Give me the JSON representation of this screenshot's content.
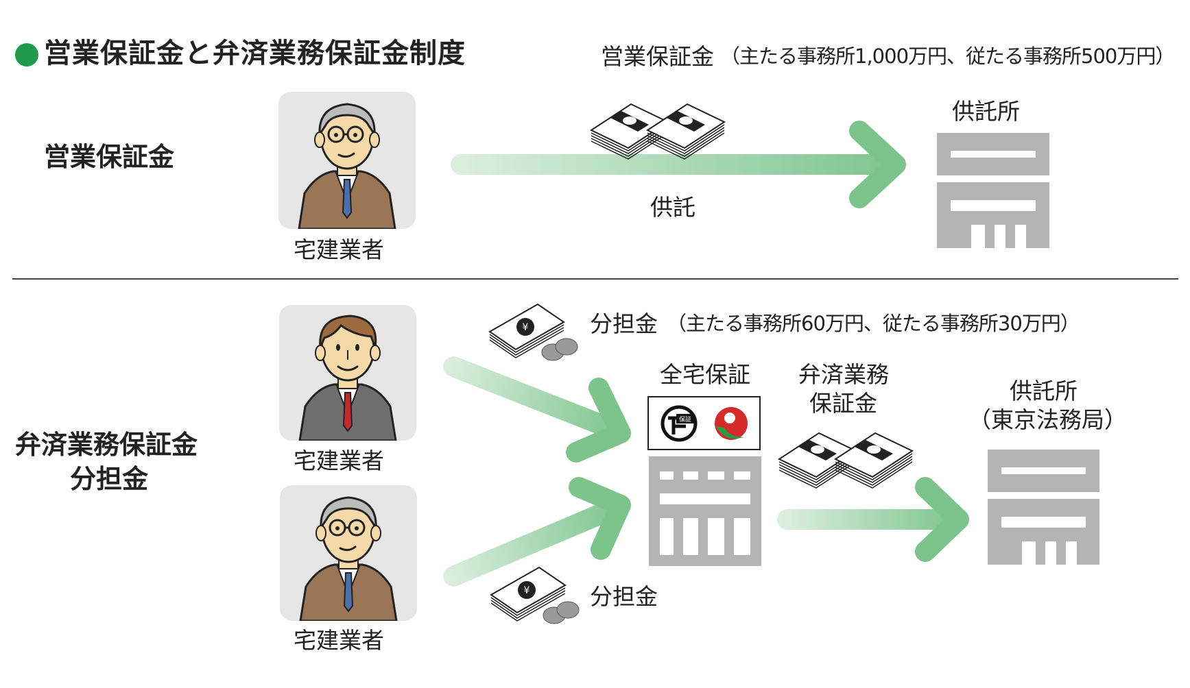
{
  "title": "営業保証金と弁済業務保証金制度",
  "top": {
    "row_label": "営業保証金",
    "person_label": "宅建業者",
    "money_label": "営業保証金",
    "money_note": "（主たる事務所1,000万円、従たる事務所500万円）",
    "arrow_label": "供託",
    "destination": "供託所"
  },
  "bottom": {
    "row_label_line1": "弁済業務保証金",
    "row_label_line2": "分担金",
    "person1_label": "宅建業者",
    "person2_label": "宅建業者",
    "share_label": "分担金",
    "share_note": "（主たる事務所60万円、従たる事務所30万円）",
    "share_label_2": "分担金",
    "org_name": "全宅保証",
    "deposit_line1": "弁済業務",
    "deposit_line2": "保証金",
    "dest_line1": "供託所",
    "dest_line2": "（東京法務局）",
    "logo_mark_text": "保証"
  },
  "colors": {
    "accent_green": "#1e9a4a",
    "arrow_green": "#7cc48c",
    "building_gray": "#b4b4b4"
  }
}
